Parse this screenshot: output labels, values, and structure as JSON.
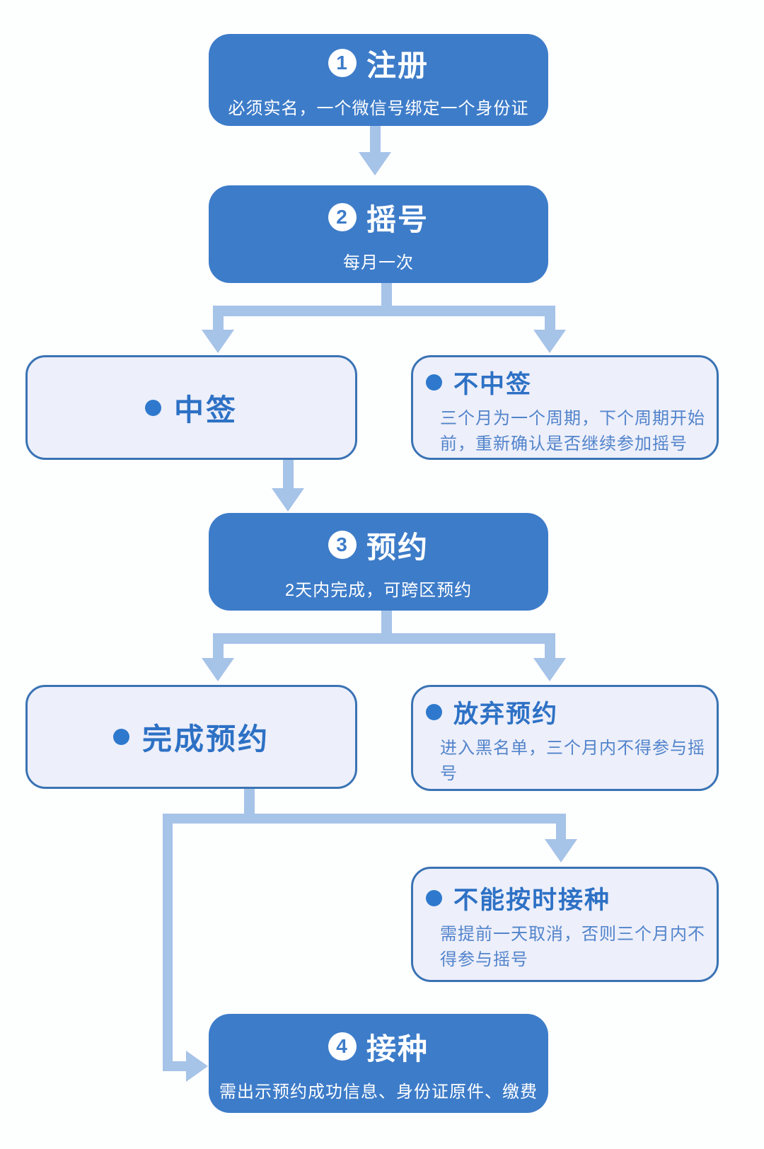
{
  "title_hint": "HPV vaccine lottery / appointment process flowchart",
  "colors": {
    "step_box_fill": "#3d7cc9",
    "step_box_text": "#ffffff",
    "note_box_fill": "#edeffa",
    "note_box_border": "#3a73b4",
    "note_title_text": "#2d71c5",
    "note_body_text": "#5284cb",
    "connector": "#a6c3e8",
    "background": "#fdfefe"
  },
  "nodes": {
    "steps": [
      {
        "num": "1",
        "title": "注册",
        "subtitle": "必须实名，一个微信号绑定一个身份证"
      },
      {
        "num": "2",
        "title": "摇号",
        "subtitle": "每月一次"
      },
      {
        "num": "3",
        "title": "预约",
        "subtitle": "2天内完成，可跨区预约"
      },
      {
        "num": "4",
        "title": "接种",
        "subtitle": "需出示预约成功信息、身份证原件、缴费"
      }
    ],
    "outcomes": [
      {
        "title": "中签",
        "body": ""
      },
      {
        "title": "不中签",
        "body": "三个月为一个周期，下个周期开始前，重新确认是否继续参加摇号"
      },
      {
        "title": "完成预约",
        "body": ""
      },
      {
        "title": "放弃预约",
        "body": "进入黑名单，三个月内不得参与摇号"
      },
      {
        "title": "不能按时接种",
        "body": "需提前一天取消，否则三个月内不得参与摇号"
      }
    ]
  },
  "edges": [
    {
      "from": "注册",
      "to": "摇号"
    },
    {
      "from": "摇号",
      "to": "中签"
    },
    {
      "from": "摇号",
      "to": "不中签"
    },
    {
      "from": "中签",
      "to": "预约"
    },
    {
      "from": "预约",
      "to": "完成预约"
    },
    {
      "from": "预约",
      "to": "放弃预约"
    },
    {
      "from": "完成预约",
      "to": "不能按时接种"
    },
    {
      "from": "完成预约",
      "to": "接种"
    }
  ]
}
